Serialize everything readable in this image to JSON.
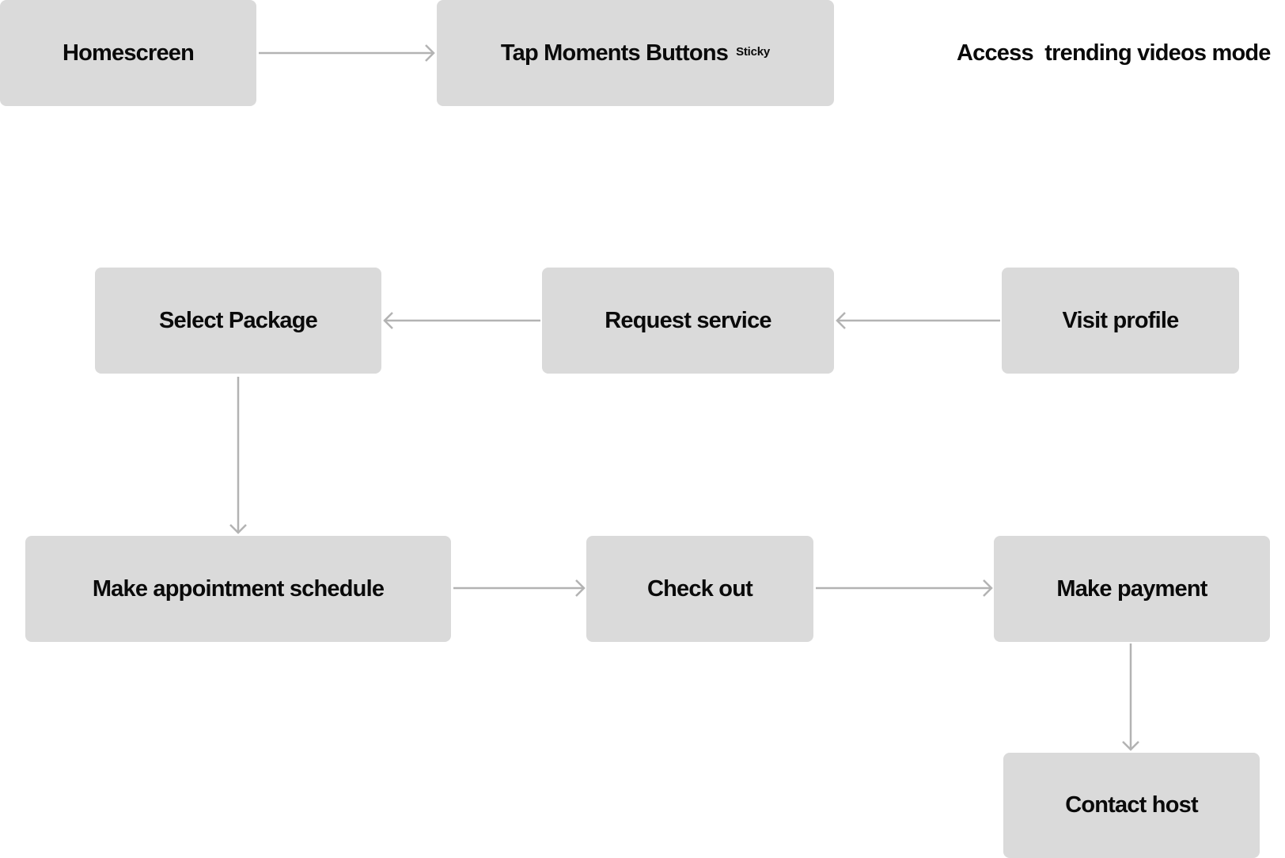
{
  "diagram": {
    "nodes": {
      "homescreen": "Homescreen",
      "tap_moments": "Tap Moments Buttons",
      "tap_moments_badge": "Sticky",
      "access_trending": "Access  trending videos mode",
      "select_package": "Select Package",
      "request_service": "Request service",
      "visit_profile": "Visit profile",
      "make_appointment": "Make appointment schedule",
      "check_out": "Check out",
      "make_payment": "Make payment",
      "contact_host": "Contact host"
    },
    "edges": [
      {
        "from": "Homescreen",
        "to": "Tap Moments Buttons"
      },
      {
        "from": "Visit profile",
        "to": "Request service"
      },
      {
        "from": "Request service",
        "to": "Select Package"
      },
      {
        "from": "Select Package",
        "to": "Make appointment schedule"
      },
      {
        "from": "Make appointment schedule",
        "to": "Check out"
      },
      {
        "from": "Check out",
        "to": "Make payment"
      },
      {
        "from": "Make payment",
        "to": "Contact host"
      }
    ],
    "colors": {
      "node_fill": "#dadada",
      "connector": "#b3b3b3",
      "text": "#0a0a0a"
    }
  }
}
